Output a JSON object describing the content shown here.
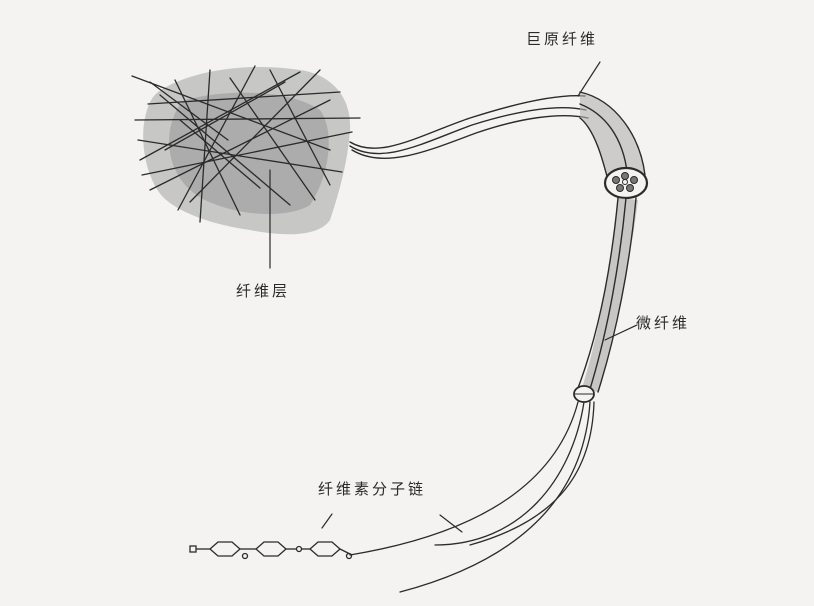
{
  "labels": {
    "macrofibril": "巨原纤维",
    "fiber_layer": "纤维层",
    "microfibril": "微纤维",
    "cellulose_chain": "纤维素分子链"
  },
  "colors": {
    "ink": "#2b2b2b",
    "shade": "#9a9a9a",
    "paper": "#f4f3f1"
  }
}
